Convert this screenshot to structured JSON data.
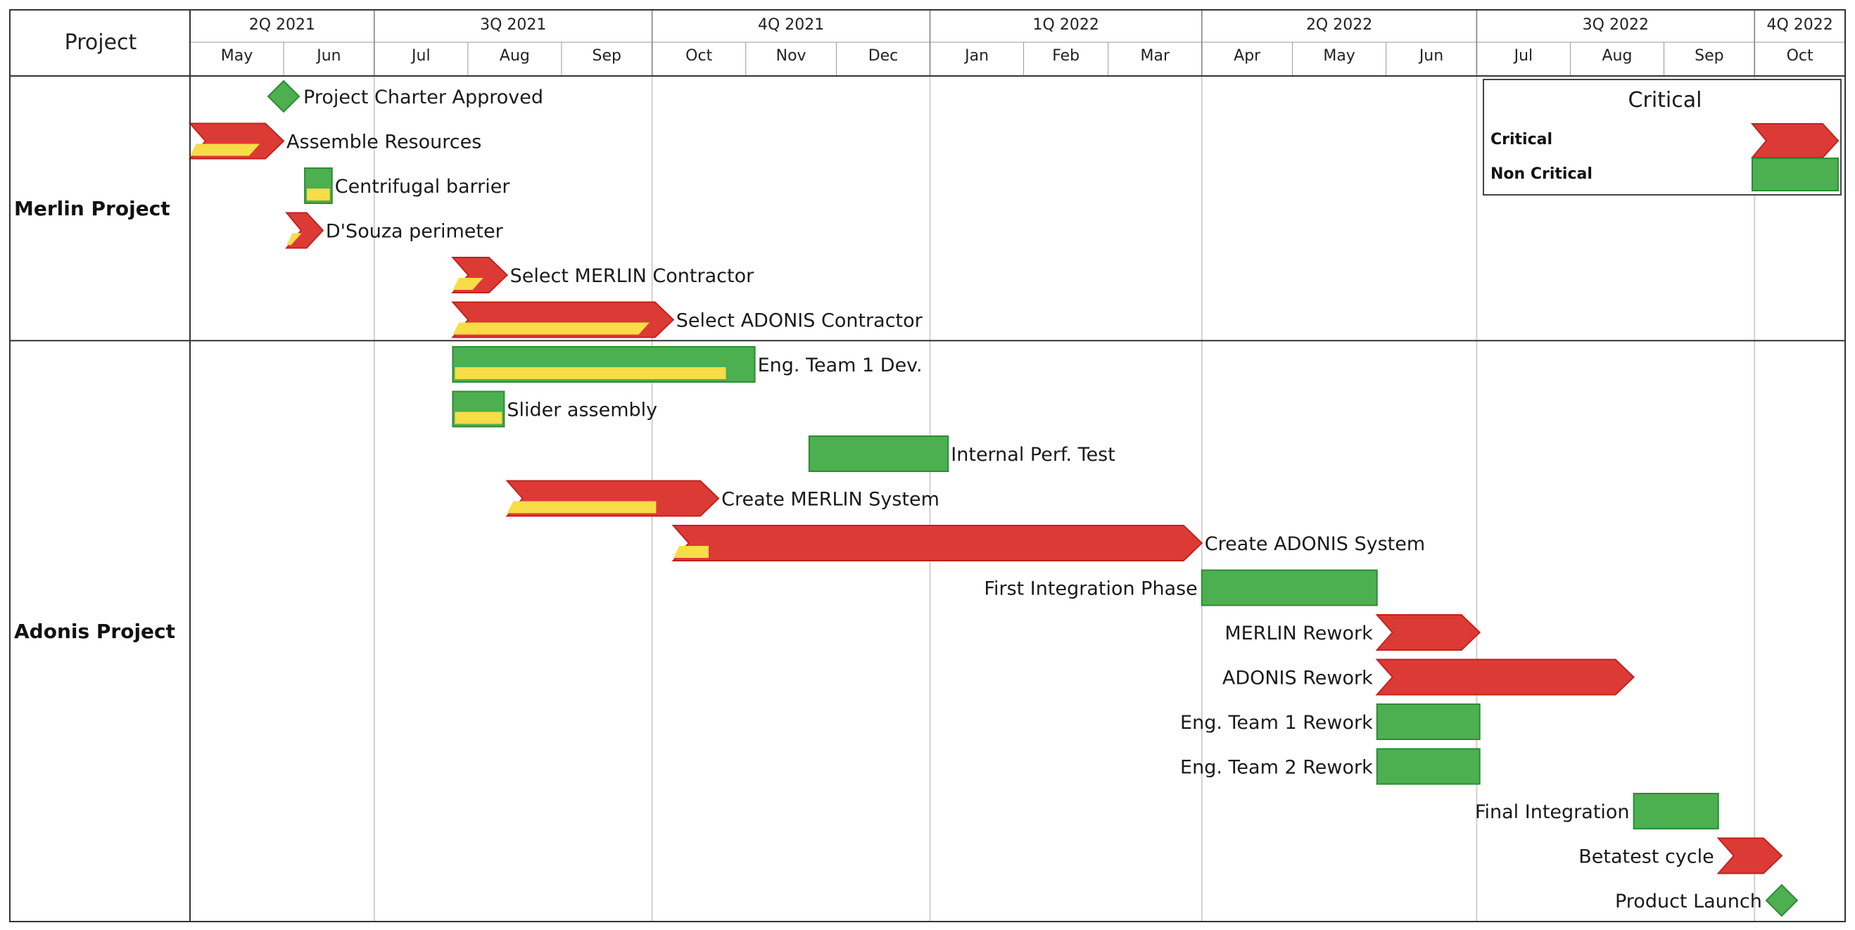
{
  "header": {
    "project_col": "Project",
    "quarters": [
      {
        "label": "2Q 2021",
        "start": "2021-05-01",
        "end": "2021-07-01"
      },
      {
        "label": "3Q 2021",
        "start": "2021-07-01",
        "end": "2021-10-01"
      },
      {
        "label": "4Q 2021",
        "start": "2021-10-01",
        "end": "2022-01-01"
      },
      {
        "label": "1Q 2022",
        "start": "2022-01-01",
        "end": "2022-04-01"
      },
      {
        "label": "2Q 2022",
        "start": "2022-04-01",
        "end": "2022-07-01"
      },
      {
        "label": "3Q 2022",
        "start": "2022-07-01",
        "end": "2022-10-01"
      },
      {
        "label": "4Q 2022",
        "start": "2022-10-01",
        "end": "2022-10-31"
      }
    ],
    "months": [
      {
        "label": "May",
        "start": "2021-05-01"
      },
      {
        "label": "Jun",
        "start": "2021-06-01"
      },
      {
        "label": "Jul",
        "start": "2021-07-01"
      },
      {
        "label": "Aug",
        "start": "2021-08-01"
      },
      {
        "label": "Sep",
        "start": "2021-09-01"
      },
      {
        "label": "Oct",
        "start": "2021-10-01"
      },
      {
        "label": "Nov",
        "start": "2021-11-01"
      },
      {
        "label": "Dec",
        "start": "2021-12-01"
      },
      {
        "label": "Jan",
        "start": "2022-01-01"
      },
      {
        "label": "Feb",
        "start": "2022-02-01"
      },
      {
        "label": "Mar",
        "start": "2022-03-01"
      },
      {
        "label": "Apr",
        "start": "2022-04-01"
      },
      {
        "label": "May",
        "start": "2022-05-01"
      },
      {
        "label": "Jun",
        "start": "2022-06-01"
      },
      {
        "label": "Jul",
        "start": "2022-07-01"
      },
      {
        "label": "Aug",
        "start": "2022-08-01"
      },
      {
        "label": "Sep",
        "start": "2022-09-01"
      },
      {
        "label": "Oct",
        "start": "2022-10-01"
      }
    ],
    "axis_end": "2022-10-31"
  },
  "legend": {
    "title": "Critical",
    "items": [
      {
        "label": "Critical",
        "kind": "critical"
      },
      {
        "label": "Non Critical",
        "kind": "noncritical"
      }
    ]
  },
  "colors": {
    "critical": "#dc3b35",
    "critical_border": "#c4201e",
    "noncritical": "#4caf50",
    "noncritical_border": "#2e8b35",
    "progress": "#f7dd47",
    "grid": "#d0d0d0",
    "border": "#333333"
  },
  "chart_data": {
    "type": "gantt",
    "groups": [
      {
        "name": "Merlin Project",
        "tasks": [
          {
            "name": "Project Charter Approved",
            "start": "2021-06-01",
            "end": "2021-06-01",
            "milestone": true,
            "critical": false,
            "progress": 0,
            "label_side": "right"
          },
          {
            "name": "Assemble Resources",
            "start": "2021-05-01",
            "end": "2021-06-01",
            "critical": true,
            "progress": 1.0,
            "label_side": "right"
          },
          {
            "name": "Centrifugal barrier",
            "start": "2021-06-08",
            "end": "2021-06-17",
            "critical": false,
            "progress": 1.0,
            "label_side": "right"
          },
          {
            "name": "D'Souza perimeter",
            "start": "2021-06-02",
            "end": "2021-06-14",
            "critical": true,
            "progress": 1.0,
            "label_side": "right"
          },
          {
            "name": "Select MERLIN Contractor",
            "start": "2021-07-27",
            "end": "2021-08-14",
            "critical": true,
            "progress": 1.0,
            "label_side": "right"
          },
          {
            "name": "Select ADONIS Contractor",
            "start": "2021-07-27",
            "end": "2021-10-08",
            "critical": true,
            "progress": 1.0,
            "label_side": "right"
          }
        ]
      },
      {
        "name": "Adonis Project",
        "tasks": [
          {
            "name": "Eng. Team 1 Dev.",
            "start": "2021-07-27",
            "end": "2021-11-04",
            "critical": false,
            "progress": 0.91,
            "label_side": "right"
          },
          {
            "name": "Slider assembly",
            "start": "2021-07-27",
            "end": "2021-08-13",
            "critical": false,
            "progress": 1.0,
            "label_side": "right"
          },
          {
            "name": "Internal Perf. Test",
            "start": "2021-11-22",
            "end": "2022-01-07",
            "critical": false,
            "progress": 0,
            "label_side": "right"
          },
          {
            "name": "Create MERLIN System",
            "start": "2021-08-14",
            "end": "2021-10-23",
            "critical": true,
            "progress": 0.8,
            "label_side": "right"
          },
          {
            "name": "Create ADONIS System",
            "start": "2021-10-08",
            "end": "2022-04-01",
            "critical": true,
            "progress": 0.08,
            "label_side": "right"
          },
          {
            "name": "First Integration Phase",
            "start": "2022-04-01",
            "end": "2022-05-29",
            "critical": false,
            "progress": 0,
            "label_side": "left"
          },
          {
            "name": "MERLIN Rework",
            "start": "2022-05-29",
            "end": "2022-07-02",
            "critical": true,
            "progress": 0,
            "label_side": "left"
          },
          {
            "name": "ADONIS Rework",
            "start": "2022-05-29",
            "end": "2022-08-22",
            "critical": true,
            "progress": 0,
            "label_side": "left"
          },
          {
            "name": "Eng. Team 1 Rework",
            "start": "2022-05-29",
            "end": "2022-07-02",
            "critical": false,
            "progress": 0,
            "label_side": "left"
          },
          {
            "name": "Eng. Team 2 Rework",
            "start": "2022-05-29",
            "end": "2022-07-02",
            "critical": false,
            "progress": 0,
            "label_side": "left"
          },
          {
            "name": "Final Integration",
            "start": "2022-08-22",
            "end": "2022-09-19",
            "critical": false,
            "progress": 0,
            "label_side": "left"
          },
          {
            "name": "Betatest cycle",
            "start": "2022-09-19",
            "end": "2022-10-10",
            "critical": true,
            "progress": 0,
            "label_side": "left"
          },
          {
            "name": "Product Launch",
            "start": "2022-10-10",
            "end": "2022-10-10",
            "milestone": true,
            "critical": false,
            "progress": 0,
            "label_side": "left"
          }
        ]
      }
    ]
  }
}
